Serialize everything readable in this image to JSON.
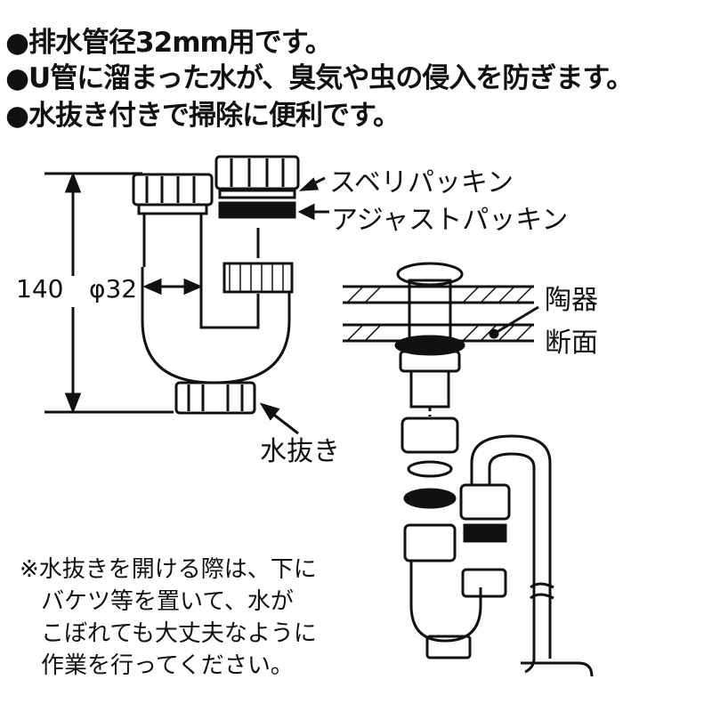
{
  "features": [
    "●排水管径32mm用です。",
    "●U管に溜まった水が、臭気や虫の侵入を防ぎます。",
    "●水抜き付きで掃除に便利です。"
  ],
  "labels": {
    "slip_packing": "スベリパッキン",
    "adjust_packing": "アジャストパッキン",
    "height": "140",
    "diameter": "φ32",
    "drain_plug": "水抜き",
    "ceramic_1": "陶器",
    "ceramic_2": "断面"
  },
  "note": [
    "※水抜きを開ける際は、下に",
    "バケツ等を置いて、水が",
    "こぼれても大丈夫なように",
    "作業を行ってください。"
  ]
}
